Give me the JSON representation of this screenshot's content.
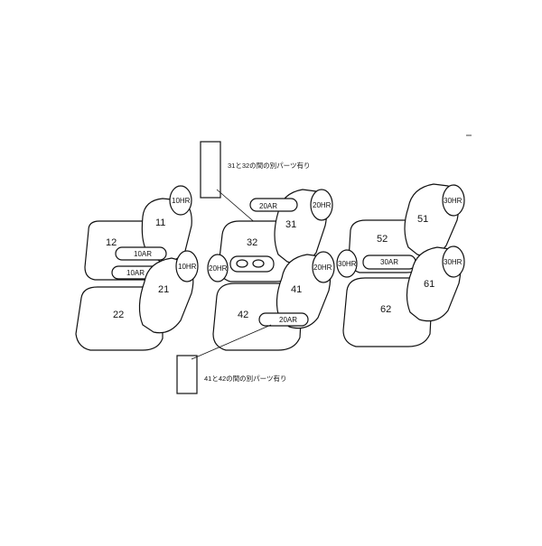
{
  "seats": {
    "s11": "11",
    "s12": "12",
    "s21": "21",
    "s22": "22",
    "s31": "31",
    "s32": "32",
    "s41": "41",
    "s42": "42",
    "s51": "51",
    "s52": "52",
    "s61": "61",
    "s62": "62"
  },
  "headrests": {
    "hr10a": "10HR",
    "hr10b": "10HR",
    "hr20a": "20HR",
    "hr20b": "20HR",
    "hr20c": "20HR",
    "hr30a": "30HR",
    "hr30b": "30HR",
    "hr30c": "30HR"
  },
  "armrests": {
    "ar10a": "10AR",
    "ar10b": "10AR",
    "ar20a": "20AR",
    "ar20b": "20AR",
    "ar30a": "30AR"
  },
  "notes": {
    "upper": "31と32の間の別パーツ有り",
    "lower": "41と42の間の別パーツ有り"
  }
}
